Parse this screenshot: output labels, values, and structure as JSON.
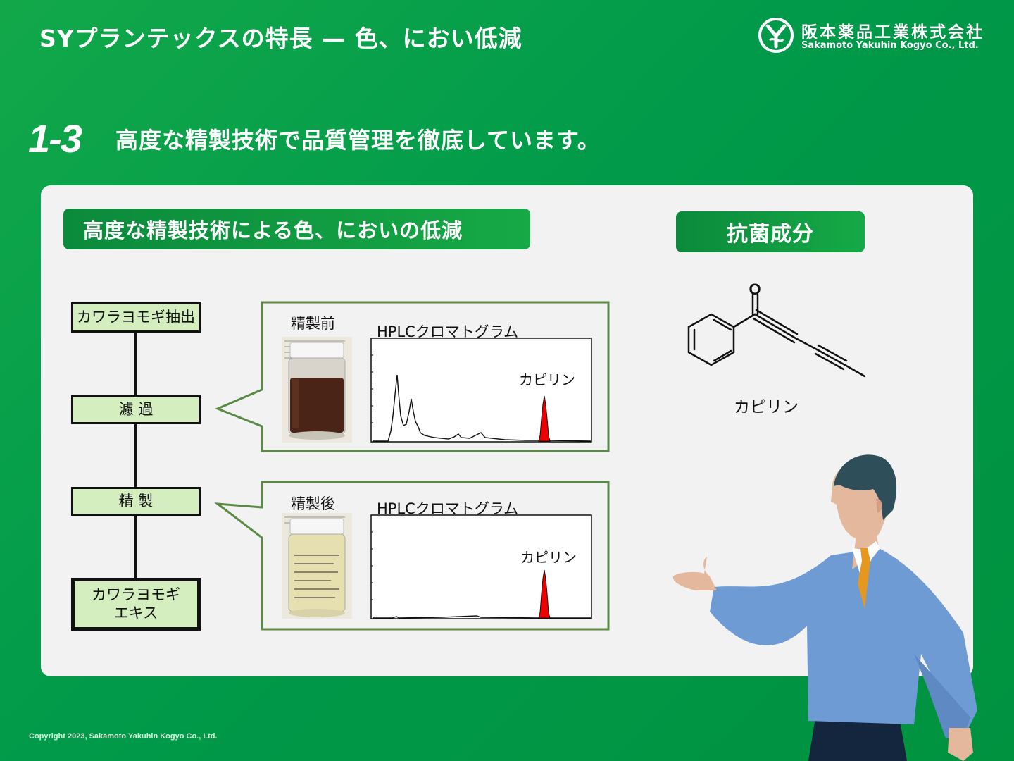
{
  "header": {
    "title": "SYプランテックスの特長 — 色、におい低減",
    "company_jp": "阪本薬品工業株式会社",
    "company_en": "Sakamoto Yakuhin Kogyo Co., Ltd."
  },
  "section": {
    "number": "1-3",
    "heading": "高度な精製技術で品質管理を徹底しています。"
  },
  "left_banner": "高度な精製技術による色、においの低減",
  "right_banner": "抗菌成分",
  "flow_steps": [
    "カワラヨモギ抽出",
    "濾 過",
    "精 製",
    "カワラヨモギ\nエキス"
  ],
  "before": {
    "label": "精製前",
    "chart_title": "HPLCクロマトグラム",
    "peak_label": "カピリン"
  },
  "after": {
    "label": "精製後",
    "chart_title": "HPLCクロマトグラム",
    "peak_label": "カピリン"
  },
  "molecule": {
    "oxygen_label": "O",
    "name": "カピリン"
  },
  "copyright": "Copyright 2023, Sakamoto Yakuhin Kogyo Co., Ltd.",
  "colors": {
    "brand_green": "#009a4a",
    "flow_box": "#d4eec0",
    "peak_red": "#ee0000",
    "callout_border": "#5a8a44"
  }
}
